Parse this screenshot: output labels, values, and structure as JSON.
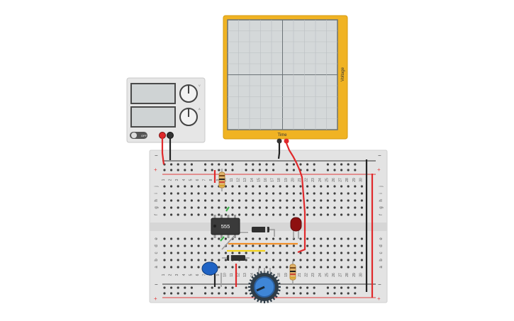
{
  "power_supply": {
    "off_label": "OFF",
    "knob_labels": [
      "V",
      "A"
    ],
    "colors": {
      "body": "#e6e6e6",
      "display": "#cfd3d4",
      "knob": "#f2f2f2"
    }
  },
  "oscilloscope": {
    "y_axis_label": "Voltage",
    "x_axis_label": "Time",
    "colors": {
      "frame": "#f0b323",
      "screen": "#d4d8d9",
      "grid": "#b9bfc1",
      "axis": "#6b7276"
    }
  },
  "breadboard": {
    "column_numbers": [
      "1",
      "2",
      "3",
      "4",
      "5",
      "6",
      "7",
      "8",
      "9",
      "10",
      "11",
      "12",
      "13",
      "14",
      "15",
      "16",
      "17",
      "18",
      "19",
      "20",
      "21",
      "22",
      "23",
      "24",
      "25",
      "26",
      "27",
      "28",
      "29",
      "30"
    ],
    "row_letters_top": [
      "j",
      "i",
      "h",
      "g",
      "f"
    ],
    "row_letters_bottom": [
      "e",
      "d",
      "c",
      "b",
      "a"
    ],
    "rail_plus": "+",
    "rail_minus": "−",
    "colors": {
      "board": "#e3e3e3",
      "hole": "#3f3f3f",
      "rail_red": "#e23b3b",
      "rail_dark": "#333333"
    }
  },
  "chip": {
    "label": "555"
  },
  "wire_colors": {
    "red": "#e0292b",
    "black": "#222222",
    "green": "#39b54a",
    "orange": "#f0902a",
    "yellow": "#f2d21b",
    "gray": "#9a9a9a"
  }
}
